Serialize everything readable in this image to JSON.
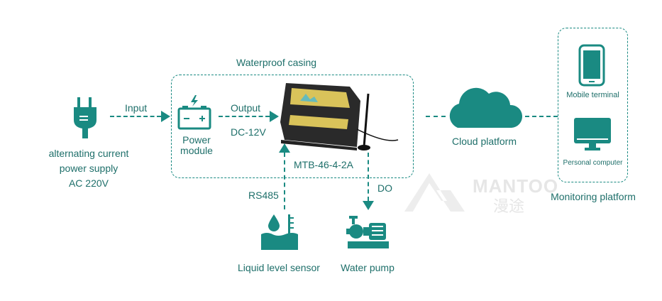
{
  "colors": {
    "accent": "#1a8a82",
    "text": "#1e6f6a"
  },
  "labels": {
    "ac_line1": "alternating current",
    "ac_line2": "power supply",
    "ac_line3": "AC 220V",
    "input": "Input",
    "output": "Output",
    "dc": "DC-12V",
    "power_module_1": "Power",
    "power_module_2": "module",
    "casing": "Waterproof casing",
    "device": "MTB-46-4-2A",
    "rs485": "RS485",
    "do": "DO",
    "sensor": "Liquid level sensor",
    "pump": "Water pump",
    "cloud": "Cloud platform",
    "mobile": "Mobile terminal",
    "pc": "Personal computer",
    "monitoring": "Monitoring platform"
  },
  "watermark": {
    "brand": "MANTOO",
    "chinese": "漫途"
  }
}
